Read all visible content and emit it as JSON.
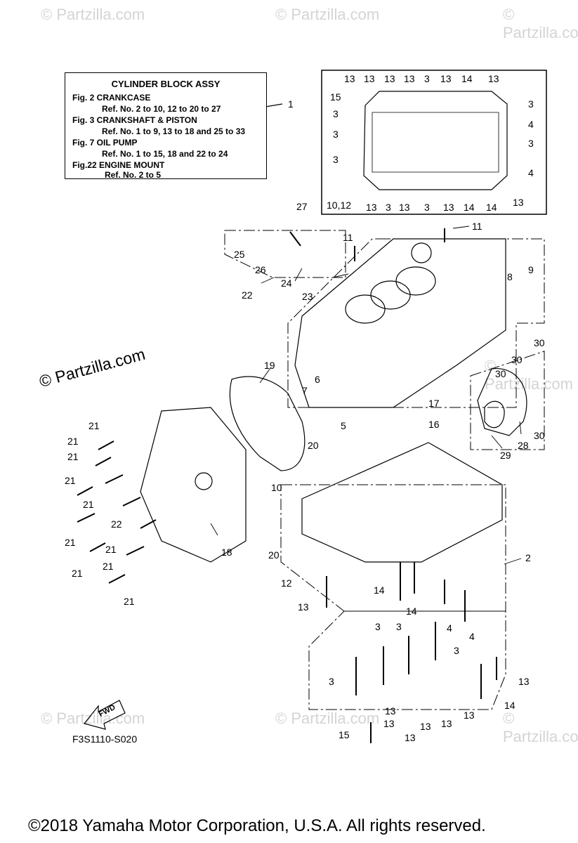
{
  "watermarks": {
    "small": "© Partzilla.com",
    "big": "© Partzilla.com"
  },
  "legend": {
    "title": "CYLINDER BLOCK ASSY",
    "lines": [
      "Fig.  2 CRANKCASE",
      "Ref. No. 2 to 10, 12 to 20 to 27",
      "Fig.  3 CRANKSHAFT & PISTON",
      "Ref. No. 1 to 9, 13 to 18 and 25 to 33",
      "Fig. 7 OIL PUMP",
      "Ref. No. 1 to 15, 18 and 22 to 24",
      "Fig.22 ENGINE MOUNT",
      "Ref. No. 2 to 5"
    ],
    "ref": "1"
  },
  "inset_labels": {
    "top": [
      "13",
      "13",
      "13",
      "13",
      "3",
      "13",
      "14",
      "13"
    ],
    "left": [
      "15",
      "3",
      "3",
      "3"
    ],
    "right": [
      "3",
      "4",
      "3",
      "4"
    ],
    "bottom": [
      "10,12",
      "13",
      "3",
      "13",
      "3",
      "13",
      "14",
      "14",
      "13"
    ]
  },
  "callouts": {
    "c2": "2",
    "c3": "3",
    "c4": "4",
    "c5": "5",
    "c6": "6",
    "c7": "7",
    "c8": "8",
    "c9": "9",
    "c10": "10",
    "c11": "11",
    "c12": "12",
    "c13": "13",
    "c14": "14",
    "c15": "15",
    "c16": "16",
    "c17": "17",
    "c18": "18",
    "c19": "19",
    "c20": "20",
    "c21": "21",
    "c22": "22",
    "c23": "23",
    "c24": "24",
    "c25": "25",
    "c26": "26",
    "c27": "27",
    "c28": "28",
    "c29": "29",
    "c30": "30"
  },
  "fwd_label": "FWD",
  "drawing_code": "F3S1110-S020",
  "copyright": "©2018  Yamaha Motor Corporation, U.S.A. All rights reserved."
}
